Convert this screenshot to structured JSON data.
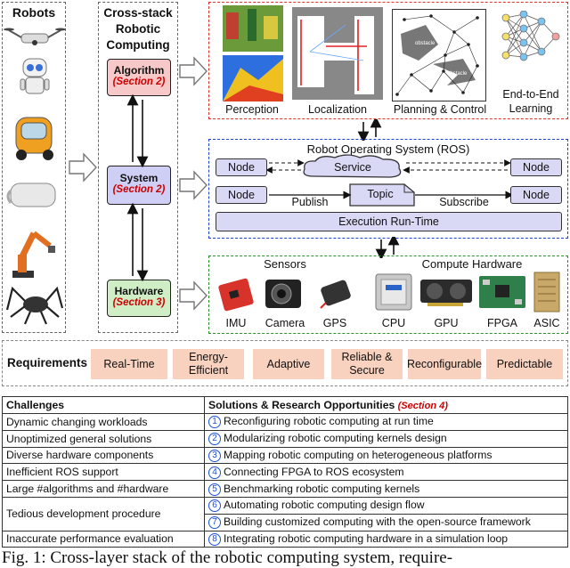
{
  "robots": {
    "title": "Robots"
  },
  "stack": {
    "title": "Cross-stack Robotic Computing",
    "algorithm": {
      "label": "Algorithm",
      "section": "(Section 2)"
    },
    "system": {
      "label": "System",
      "section": "(Section 2)"
    },
    "hardware": {
      "label": "Hardware",
      "section": "(Section 3)"
    }
  },
  "algorithms": [
    "Perception",
    "Localization",
    "Planning & Control",
    "End-to-End Learning"
  ],
  "planning_labels": {
    "obstacle1": "obstacle",
    "obstacle2": "obstacle"
  },
  "ros": {
    "title": "Robot Operating System (ROS)",
    "node": "Node",
    "service": "Service",
    "topic": "Topic",
    "publish": "Publish",
    "subscribe": "Subscribe",
    "runtime": "Execution Run-Time"
  },
  "hardware": {
    "sensors_title": "Sensors",
    "compute_title": "Compute Hardware",
    "sensors": [
      "IMU",
      "Camera",
      "GPS"
    ],
    "compute": [
      "CPU",
      "GPU",
      "FPGA",
      "ASIC"
    ]
  },
  "requirements": {
    "title": "Requirements",
    "items": [
      "Real-Time",
      "Energy-Efficient",
      "Adaptive",
      "Reliable & Secure",
      "Reconfigurable",
      "Predictable"
    ]
  },
  "table": {
    "col1": "Challenges",
    "col2": "Solutions & Research Opportunities",
    "col2_section": "(Section 4)",
    "rows": [
      {
        "challenge": "Dynamic changing workloads",
        "num": "1",
        "solution": "Reconfiguring robotic computing at run time"
      },
      {
        "challenge": "Unoptimized general solutions",
        "num": "2",
        "solution": "Modularizing robotic computing kernels design"
      },
      {
        "challenge": "Diverse hardware components",
        "num": "3",
        "solution": "Mapping robotic computing on heterogeneous platforms"
      },
      {
        "challenge": "Inefficient ROS support",
        "num": "4",
        "solution": "Connecting FPGA to ROS ecosystem"
      },
      {
        "challenge": "Large #algorithms and #hardware",
        "num": "5",
        "solution": "Benchmarking robotic computing kernels"
      },
      {
        "challenge": "Tedious development procedure",
        "num": "6",
        "solution": "Automating robotic computing design flow"
      },
      {
        "challenge": "",
        "num": "7",
        "solution": "Building customized computing with the open-source framework"
      },
      {
        "challenge": "Inaccurate performance evaluation",
        "num": "8",
        "solution": "Integrating robotic computing hardware in a simulation loop"
      }
    ]
  },
  "caption": "Fig. 1: Cross-layer stack of the robotic computing system, require-",
  "colors": {
    "algorithm_border": "#e03030",
    "ros_border": "#1f3fd6",
    "hardware_border": "#2f8f2f",
    "layer_fill_algo": "#f7c8c8",
    "layer_fill_sys": "#cfcff5",
    "layer_fill_hw": "#cfeec6",
    "requirement_fill": "#f8d2bf"
  }
}
